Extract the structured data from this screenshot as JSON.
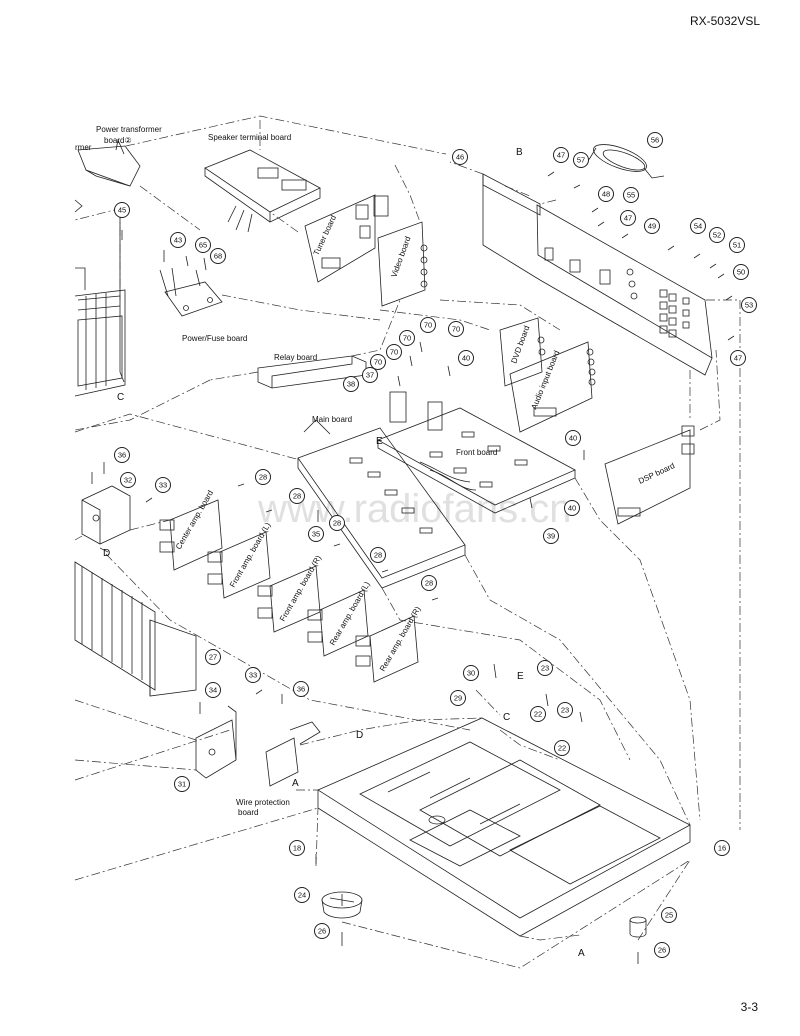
{
  "header": {
    "model": "RX-5032VSL",
    "page_number": "3-3",
    "watermark": "www.radiofans.cn"
  },
  "part_labels": {
    "power_transformer": "Power transformer",
    "power_transformer_board": "board②",
    "transformer_fragment": "rmer",
    "speaker_terminal_board": "Speaker terminal board",
    "tuner_board": "Tuner board",
    "video_board": "Video board",
    "power_fuse_board": "Power/Fuse board",
    "relay_board": "Relay board",
    "main_board": "Main board",
    "front_board": "Front board",
    "dvd_board": "DVD board",
    "audio_input_board": "Audio input board",
    "dsp_board": "DSP board",
    "center_amp_board": "Center amp. board",
    "front_amp_board_l": "Front amp. board (L)",
    "front_amp_board_r": "Front amp. board (R)",
    "rear_amp_board_l": "Rear amp. board (L)",
    "rear_amp_board_r": "Rear amp. board (R)",
    "wire_protection_board_1": "Wire protection",
    "wire_protection_board_2": "board"
  },
  "letters": {
    "b_top": "B",
    "c_left": "C",
    "e_main": "E",
    "d_left": "D",
    "a_left": "A",
    "d_mid": "D",
    "e_right": "E",
    "c_right": "C",
    "a_bottom": "A"
  },
  "callouts": {
    "c56": "56",
    "c57": "57",
    "c47a": "47",
    "c46": "46",
    "c48": "48",
    "c55": "55",
    "c47b": "47",
    "c49": "49",
    "c54": "54",
    "c52": "52",
    "c51": "51",
    "c50": "50",
    "c53": "53",
    "c47c": "47",
    "c45": "45",
    "c43": "43",
    "c65": "65",
    "c68": "68",
    "c70a": "70",
    "c70b": "70",
    "c70c": "70",
    "c70d": "70",
    "c70e": "70",
    "c40a": "40",
    "c37": "37",
    "c38": "38",
    "c40b": "40",
    "c40c": "40",
    "c39": "39",
    "c36a": "36",
    "c32": "32",
    "c33a": "33",
    "c28a": "28",
    "c28b": "28",
    "c35": "35",
    "c28c": "28",
    "c28d": "28",
    "c28e": "28",
    "c27": "27",
    "c33b": "33",
    "c34": "34",
    "c36b": "36",
    "c31": "31",
    "c30": "30",
    "c29": "29",
    "c23a": "23",
    "c22a": "22",
    "c23b": "23",
    "c22b": "22",
    "c16": "16",
    "c18": "18",
    "c24": "24",
    "c26a": "26",
    "c25": "25",
    "c26b": "26"
  }
}
